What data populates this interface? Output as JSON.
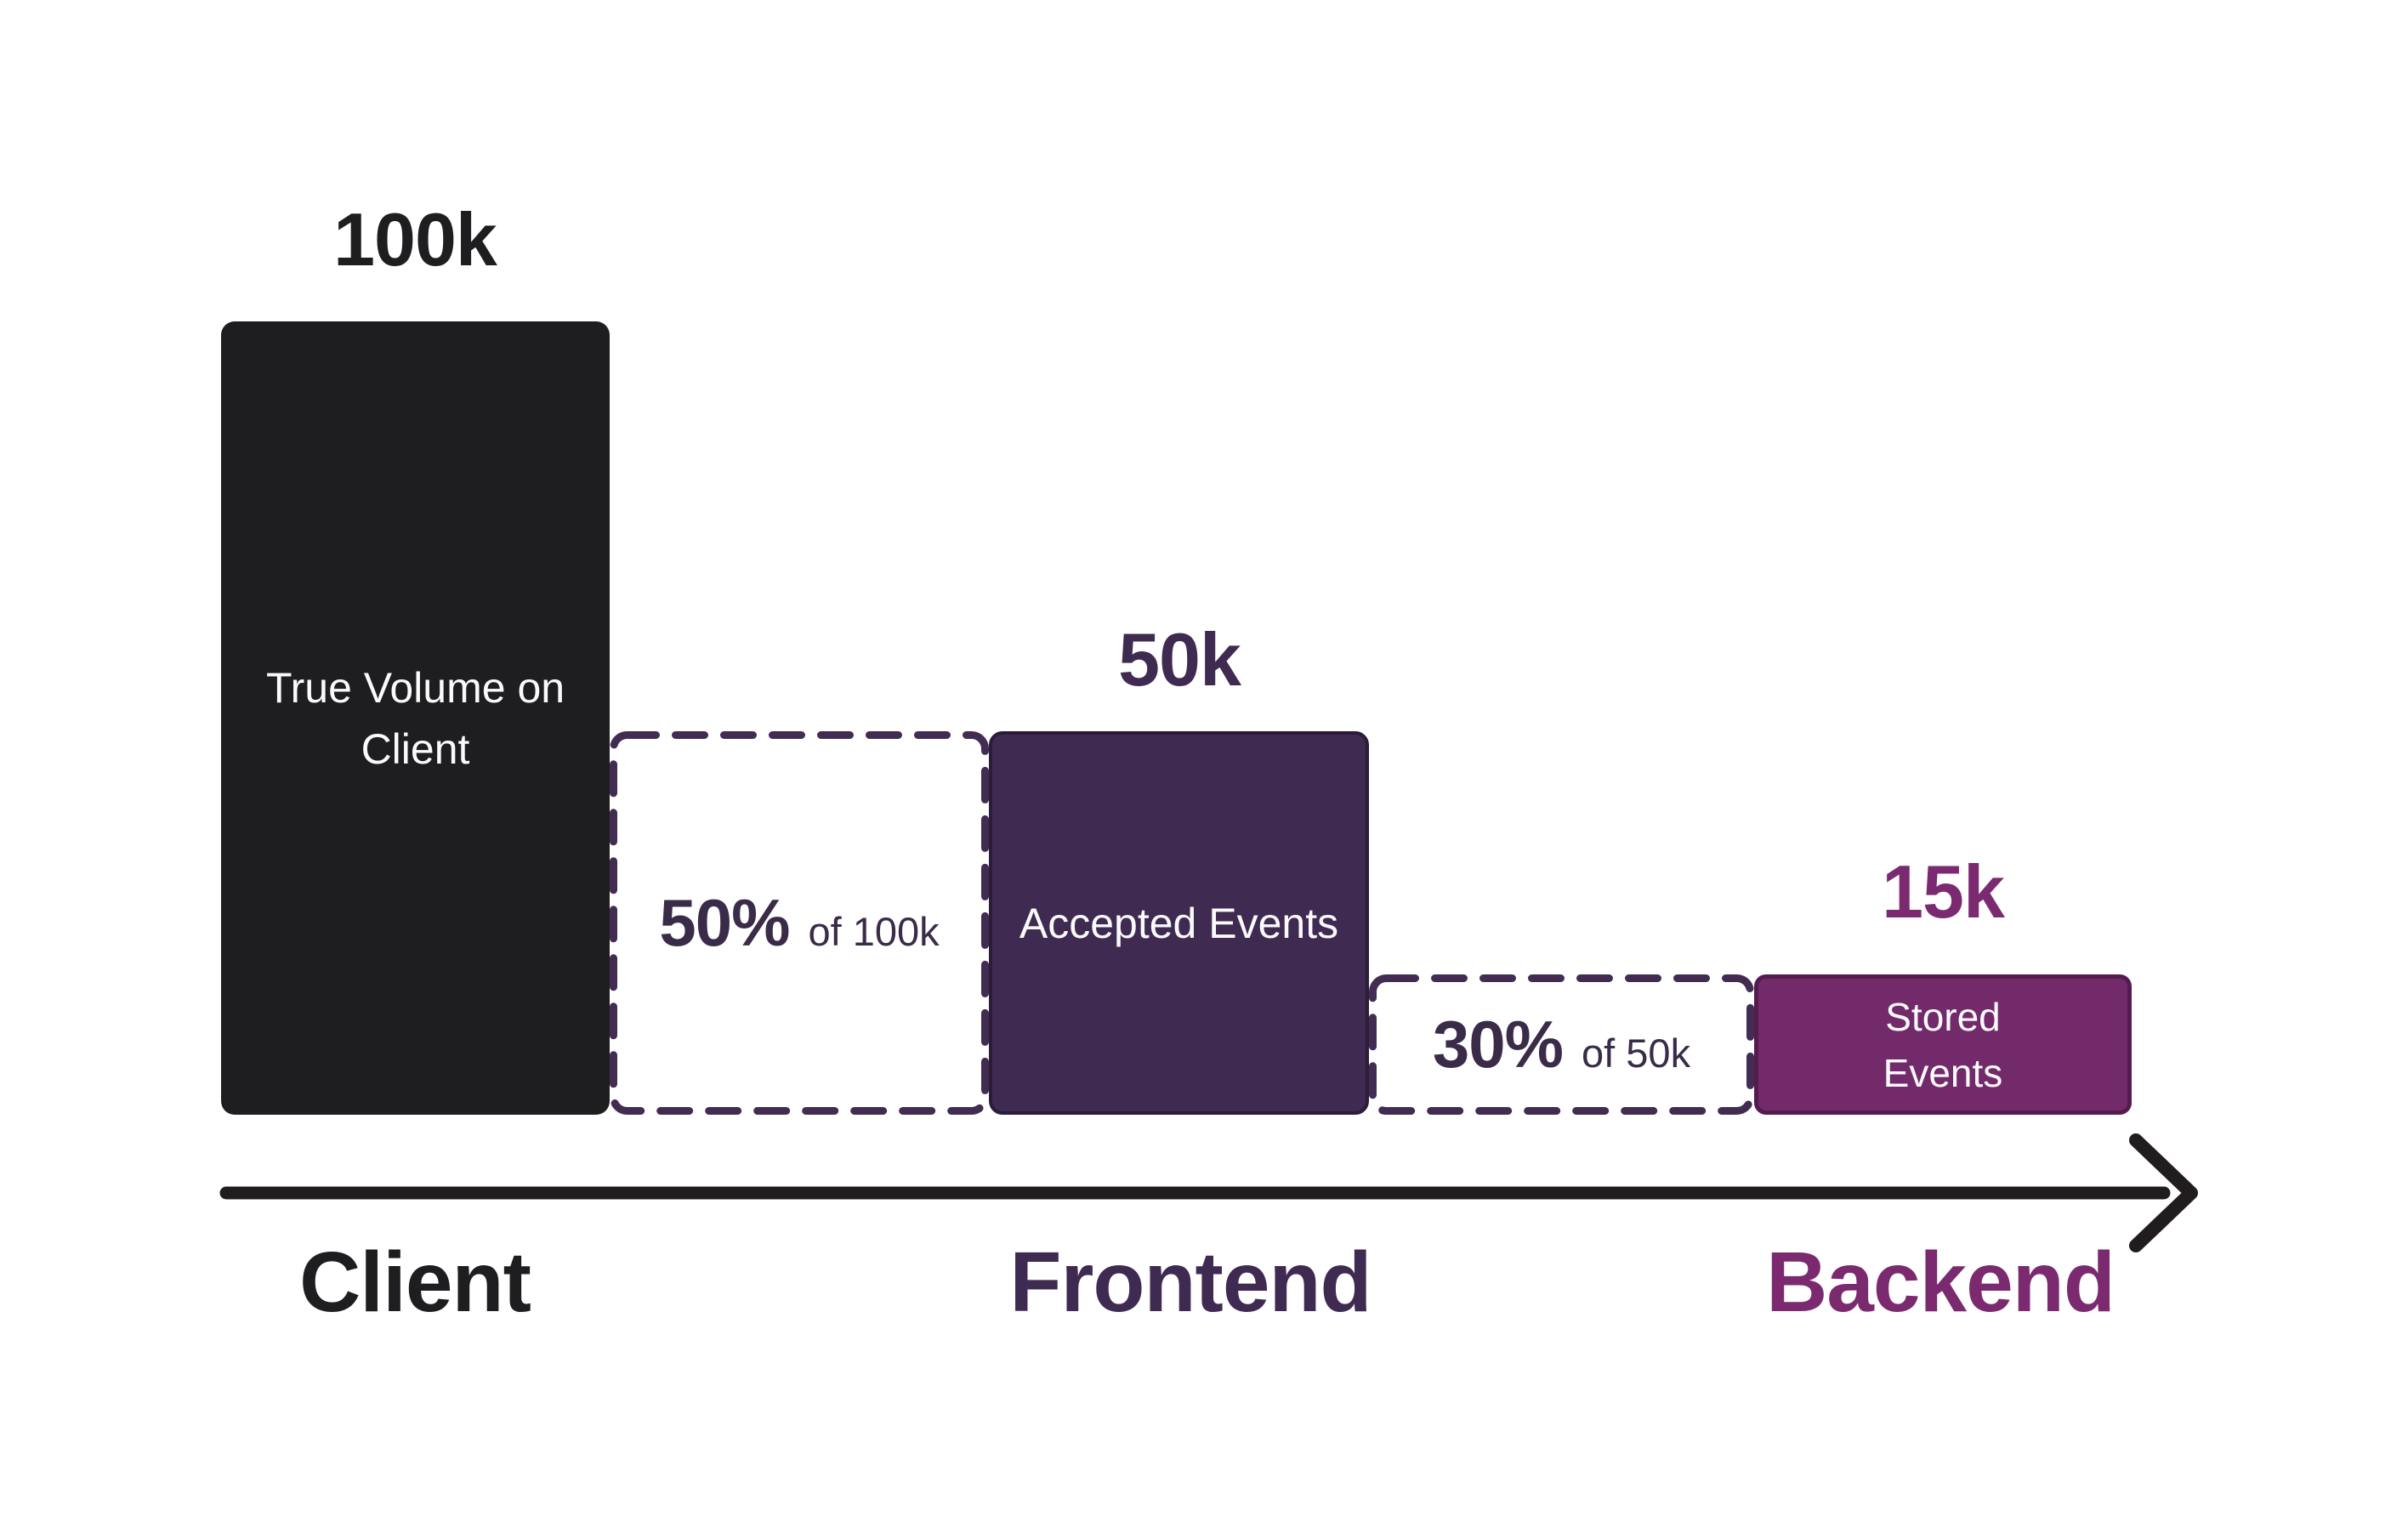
{
  "page": {
    "background": "#ffffff"
  },
  "chart_data": {
    "type": "bar",
    "variant": "funnel",
    "orientation": "vertical-bars-along-horizontal-flow",
    "categories": [
      "Client",
      "Frontend",
      "Backend"
    ],
    "values": [
      100000,
      50000,
      15000
    ],
    "stages": [
      {
        "axis_label": "Client",
        "value_label": "100k",
        "value": 100000,
        "bar_label": "True Volume on Client",
        "bar_color": "#1e1d1f",
        "label_color": "#1e1d20"
      },
      {
        "axis_label": "Frontend",
        "value_label": "50k",
        "value": 50000,
        "bar_label": "Accepted Events",
        "bar_color": "#3f2a52",
        "label_color": "#3f2a52"
      },
      {
        "axis_label": "Backend",
        "value_label": "15k",
        "value": 15000,
        "bar_label": "Stored Events",
        "bar_color": "#722a6b",
        "label_color": "#7b2a70"
      }
    ],
    "losses": [
      {
        "percent": "50%",
        "of_label": "of 100k"
      },
      {
        "percent": "30%",
        "of_label": "of 50k"
      }
    ],
    "axis": {
      "direction": "left-to-right"
    },
    "grid": false,
    "legend": false
  },
  "colors": {
    "background": "#ffffff",
    "client_black": "#1e1d1f",
    "frontend_purple": "#3f2a52",
    "backend_magenta": "#722a6b",
    "backend_magenta_border": "#541b4f",
    "dashed_border": "#422c51",
    "loss_text": "#3a2c49",
    "arrow_black": "#211d1f",
    "bar_text_white": "#fbfafb"
  }
}
